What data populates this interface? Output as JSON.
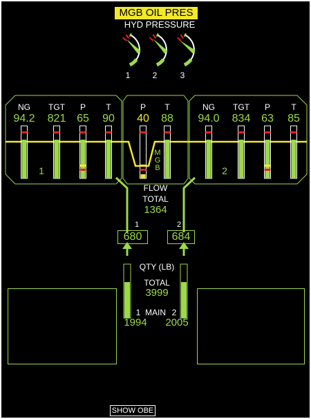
{
  "warning": {
    "label": "MGB OIL PRES"
  },
  "hyd": {
    "title": "HYD PRESSURE",
    "gauges": [
      {
        "label": "1",
        "level": 0.85
      },
      {
        "label": "2",
        "level": 0.85
      },
      {
        "label": "3",
        "level": 0.8
      }
    ]
  },
  "engines": [
    {
      "number": "1",
      "params": [
        {
          "label": "NG",
          "value": "94.2",
          "level": 0.74
        },
        {
          "label": "TGT",
          "value": "821",
          "level": 0.74
        },
        {
          "label": "P",
          "value": "65",
          "level": 0.74
        },
        {
          "label": "T",
          "value": "90",
          "level": 0.74
        }
      ]
    },
    {
      "number": "2",
      "params": [
        {
          "label": "NG",
          "value": "94.0",
          "level": 0.74
        },
        {
          "label": "TGT",
          "value": "834",
          "level": 0.74
        },
        {
          "label": "P",
          "value": "63",
          "level": 0.74
        },
        {
          "label": "T",
          "value": "85",
          "level": 0.74
        }
      ]
    }
  ],
  "mgb": {
    "label": "MGB",
    "params": [
      {
        "label": "P",
        "value": "40",
        "level": 0.08
      },
      {
        "label": "T",
        "value": "88",
        "level": 0.74
      }
    ]
  },
  "fuel": {
    "flow_label": "FLOW",
    "total_label": "TOTAL",
    "flow_total": "1364",
    "flow_1_label": "1",
    "flow_2_label": "2",
    "flow_1": "680",
    "flow_2": "684",
    "qty_label": "QTY (LB)",
    "qty_total_label": "TOTAL",
    "qty_total": "3999",
    "main_label": "MAIN",
    "main_1_label": "1",
    "main_2_label": "2",
    "main_1": "1994",
    "main_2": "2005",
    "tank_1_level": 0.68,
    "tank_2_level": 0.68
  },
  "buttons": {
    "show_obe": "SHOW OBE"
  },
  "colors": {
    "green": "#9dd94a",
    "yellow": "#f2e82a",
    "red": "#e0202a",
    "white": "#ffffff"
  }
}
